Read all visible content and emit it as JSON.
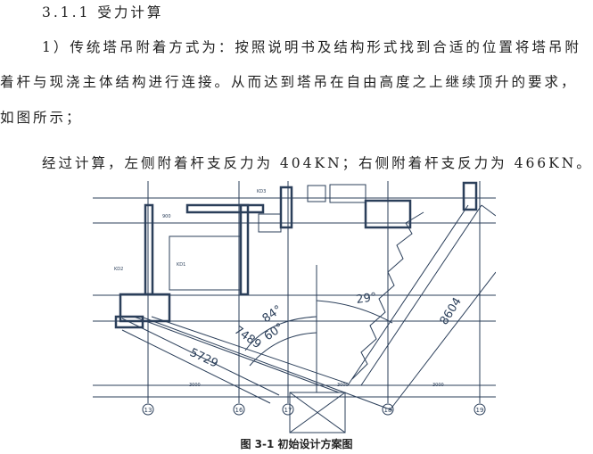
{
  "heading": "3.1.1 受力计算",
  "paragraph1": {
    "line1": "1）传统塔吊附着方式为：按照说明书及结构形式找到合适的位置将塔吊附",
    "line2": "着杆与现浇主体结构进行连接。从而达到塔吊在自由高度之上继续顶升的要求，",
    "line3": "如图所示；"
  },
  "paragraph2": "经过计算，左侧附着杆支反力为 404KN；右侧附着杆支反力为 466KN。",
  "figure": {
    "caption": "图 3-1 初始设计方案图",
    "angles": {
      "a29": "29°",
      "a84": "84°",
      "a60": "60°"
    },
    "lengths": {
      "l7489": "7489",
      "l5729": "5729",
      "l8604": "8604"
    },
    "spans": {
      "s1": "3000",
      "s2": "3000",
      "s3": "3000",
      "s4": "900"
    },
    "axes": {
      "a13": "13",
      "a16": "16",
      "a17": "17",
      "a18": "18",
      "a19": "19"
    },
    "labels": {
      "kd1": "KD1",
      "kd2": "KD2",
      "kd3": "KD3"
    },
    "line_color": "#2b3f5a"
  }
}
